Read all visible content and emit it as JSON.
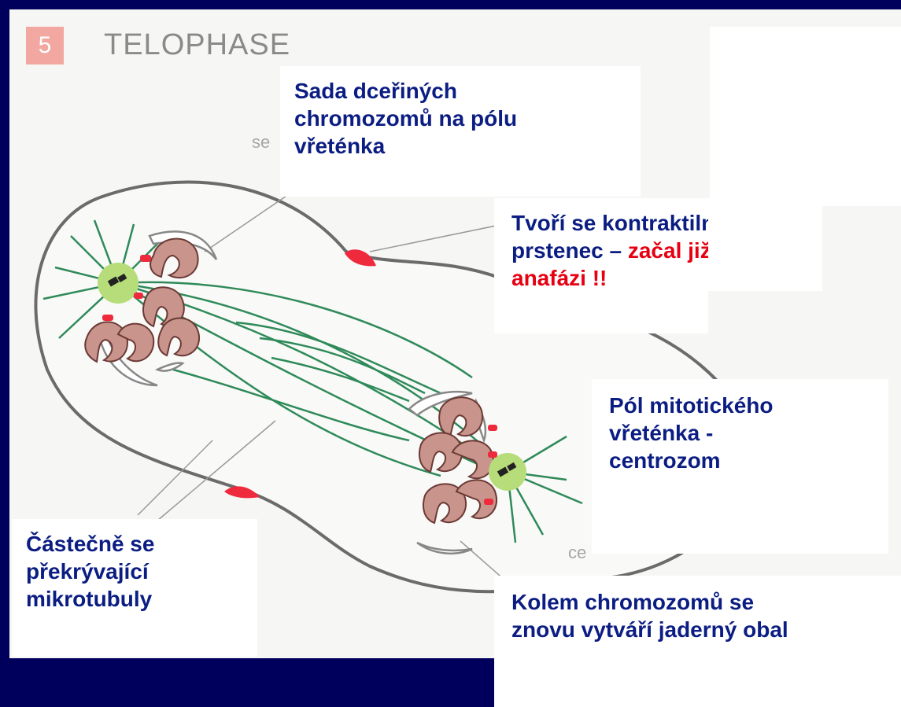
{
  "header": {
    "stage_number": "5",
    "stage_title": "TELOPHASE"
  },
  "fragments": {
    "se": "se",
    "ce": "ce"
  },
  "labels": {
    "daughter_set": {
      "line1": "Sada dceřiných",
      "line2": "chromozomů na pólu",
      "line3": "vřeténka"
    },
    "contractile_ring": {
      "line1": "Tvoří se kontraktilní",
      "line2_prefix": "prstenec – ",
      "line2_red": "začal již v",
      "line3_red": "anafázi !!"
    },
    "spindle_pole": {
      "line1": "Pól mitotického",
      "line2": "vřeténka -",
      "line3": "centrozom"
    },
    "overlapping": {
      "line1": "Částečně se",
      "line2": "překrývající",
      "line3": "mikrotubuly"
    },
    "nuclear_envelope": {
      "line1": "Kolem chromozomů se",
      "line2": "znovu vytváří jaderný obal"
    }
  },
  "colors": {
    "slide_background": "#00005c",
    "label_text": "#0b1d82",
    "emphasis_red": "#e60012",
    "microtubule_green": "#2f8a5a",
    "chromosome_mauve": "#c8948c",
    "centrosome_lime": "#b7dc7a",
    "contractile_red": "#ee2a3c"
  }
}
